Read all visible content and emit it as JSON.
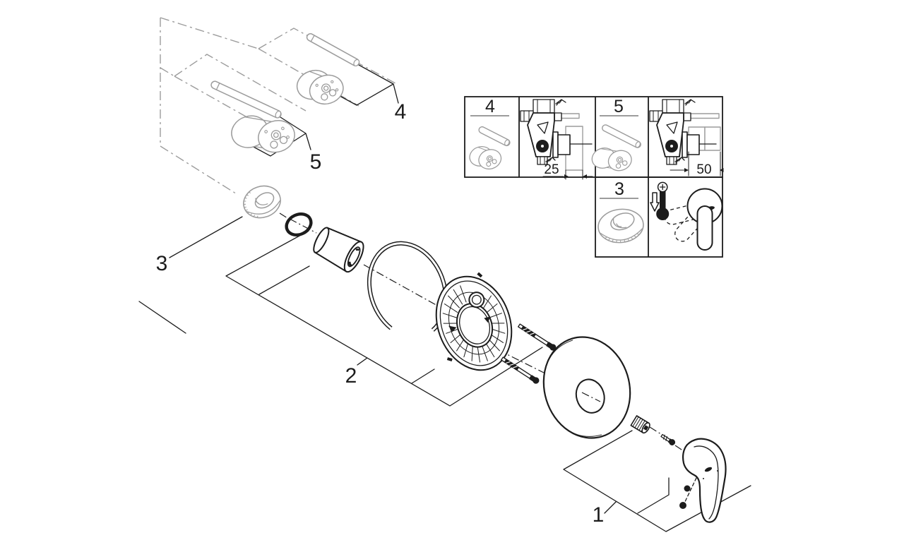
{
  "figure": {
    "type": "exploded-parts-diagram",
    "description": "Single-lever concealed mixer trim — exploded view with installation inset panel",
    "callouts": {
      "part1": "1",
      "part2": "2",
      "part3": "3",
      "part4": "4",
      "part5": "5"
    },
    "inset": {
      "box4": {
        "label": "4",
        "dimension": "25"
      },
      "box5": {
        "label": "5",
        "dimension": "50"
      },
      "box3": {
        "label": "3"
      }
    },
    "icons": [
      "thermometer-icon",
      "down-arrow-icon",
      "handle-swing-icon",
      "wall-section-icon"
    ],
    "colors": {
      "ink": "#1c1c1c",
      "muted": "#9c9c9c",
      "background": "#ffffff"
    }
  }
}
